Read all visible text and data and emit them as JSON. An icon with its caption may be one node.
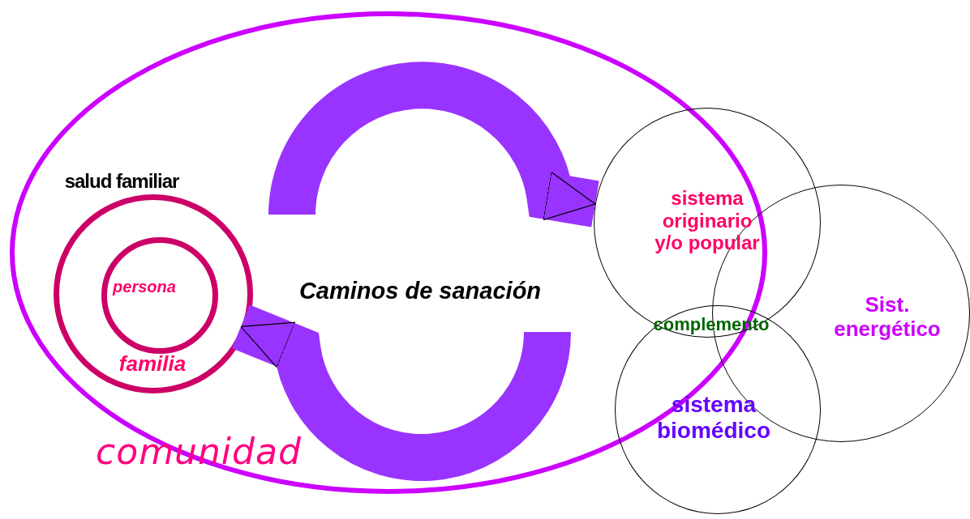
{
  "diagram": {
    "nodes": [
      {
        "text": [
          "comunidad"
        ]
      },
      {
        "text": [
          "salud familiar",
          "familia"
        ],
        "in": 0
      },
      {
        "text": [
          "persona"
        ],
        "in": 1
      },
      {
        "text": [
          "sistema originario y/o popular"
        ]
      },
      {
        "text": [
          "Sist. energético"
        ]
      },
      {
        "text": [
          "sistema biomédico"
        ]
      }
    ],
    "edges": [
      {
        "from": null,
        "to": 3,
        "arrow": "to"
      },
      {
        "from": null,
        "to": 1,
        "arrow": "to"
      }
    ],
    "labels": [
      "Caminos de sanación",
      "complemento"
    ]
  }
}
